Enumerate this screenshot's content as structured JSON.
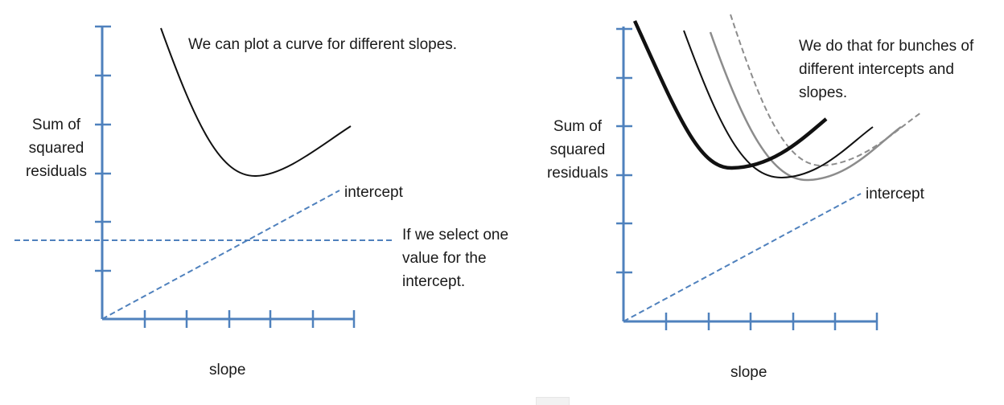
{
  "colors": {
    "axis": "#4f81bd",
    "dashed_line": "#4f81bd",
    "curve_black": "#111111",
    "curve_gray": "#8c8c8c",
    "text": "#1a1a1a"
  },
  "left_panel": {
    "y_label_lines": [
      "Sum of",
      "squared",
      "residuals"
    ],
    "x_label": "slope",
    "line_label": "intercept",
    "annotation_curve": "We can plot a curve for different slopes.",
    "annotation_select_lines": [
      "If we select one",
      "value for the",
      "intercept."
    ]
  },
  "right_panel": {
    "y_label_lines": [
      "Sum of",
      "squared",
      "residuals"
    ],
    "x_label": "slope",
    "line_label": "intercept",
    "annotation_lines": [
      "We do that for bunches of",
      "different intercepts and",
      "slopes."
    ]
  }
}
